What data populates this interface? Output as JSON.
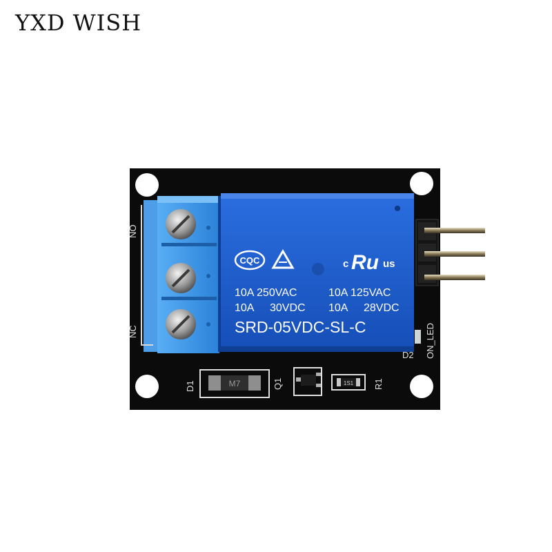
{
  "brand": {
    "name": "YXD WISH"
  },
  "relay": {
    "logo_cqc": "CQC",
    "logo_c": "c",
    "logo_ur": "Ru",
    "logo_us": "us",
    "rating_line1_a": "10A 250VAC",
    "rating_line1_b": "10A 125VAC",
    "rating_line2_a": "10A",
    "rating_line2_b": "30VDC",
    "rating_line2_c": "10A",
    "rating_line2_d": "28VDC",
    "model": "SRD-05VDC-SL-C"
  },
  "silkscreen": {
    "no_label": "NO",
    "nc_label": "NC",
    "d1": "D1",
    "q1": "Q1",
    "r1": "R1",
    "d2": "D2",
    "on_led": "ON_LED",
    "diode_mark": "M7",
    "resistor_mark": "1S1"
  },
  "colors": {
    "board": "#0b0b0b",
    "relay_blue": "#1a56c4",
    "terminal_blue": "#2f8ee6",
    "pin_gold": "#b89a55"
  }
}
